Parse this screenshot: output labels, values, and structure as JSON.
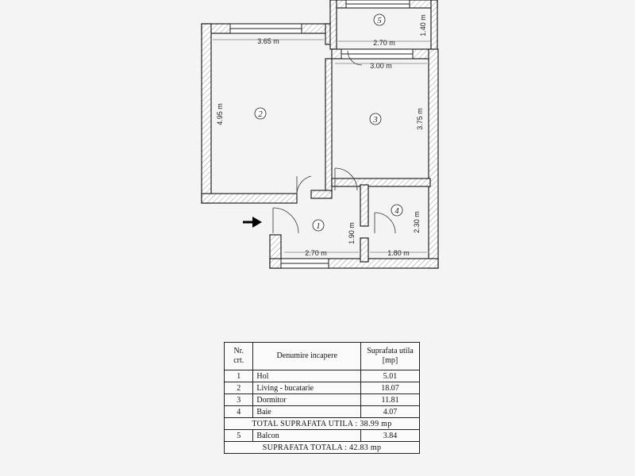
{
  "plan": {
    "dimensions": {
      "living_width": "3.65 m",
      "living_height": "4.95 m",
      "balcony_width": "2.70 m",
      "balcony_depth": "1.40 m",
      "bedroom_width": "3.00 m",
      "bedroom_height": "3.75 m",
      "hall_width": "2.70 m",
      "hall_depth": "1.90 m",
      "bath_width": "1.80 m",
      "bath_depth": "2.30 m"
    },
    "room_numbers": {
      "hall": "1",
      "living": "2",
      "bedroom": "3",
      "bath": "4",
      "balcony": "5"
    }
  },
  "table": {
    "headers": {
      "nr": "Nr. crt.",
      "name": "Denumire incapere",
      "area": "Suprafata utila [mp]"
    },
    "rows": [
      {
        "nr": "1",
        "name": "Hol",
        "area": "5.01"
      },
      {
        "nr": "2",
        "name": "Living - bucatarie",
        "area": "18.07"
      },
      {
        "nr": "3",
        "name": "Dormitor",
        "area": "11.81"
      },
      {
        "nr": "4",
        "name": "Baie",
        "area": "4.07"
      }
    ],
    "total_useful": "TOTAL SUPRAFATA UTILA : 38.99 mp",
    "balcony_row": {
      "nr": "5",
      "name": "Balcon",
      "area": "3.84"
    },
    "total": "SUPRAFATA TOTALA : 42.83 mp"
  }
}
